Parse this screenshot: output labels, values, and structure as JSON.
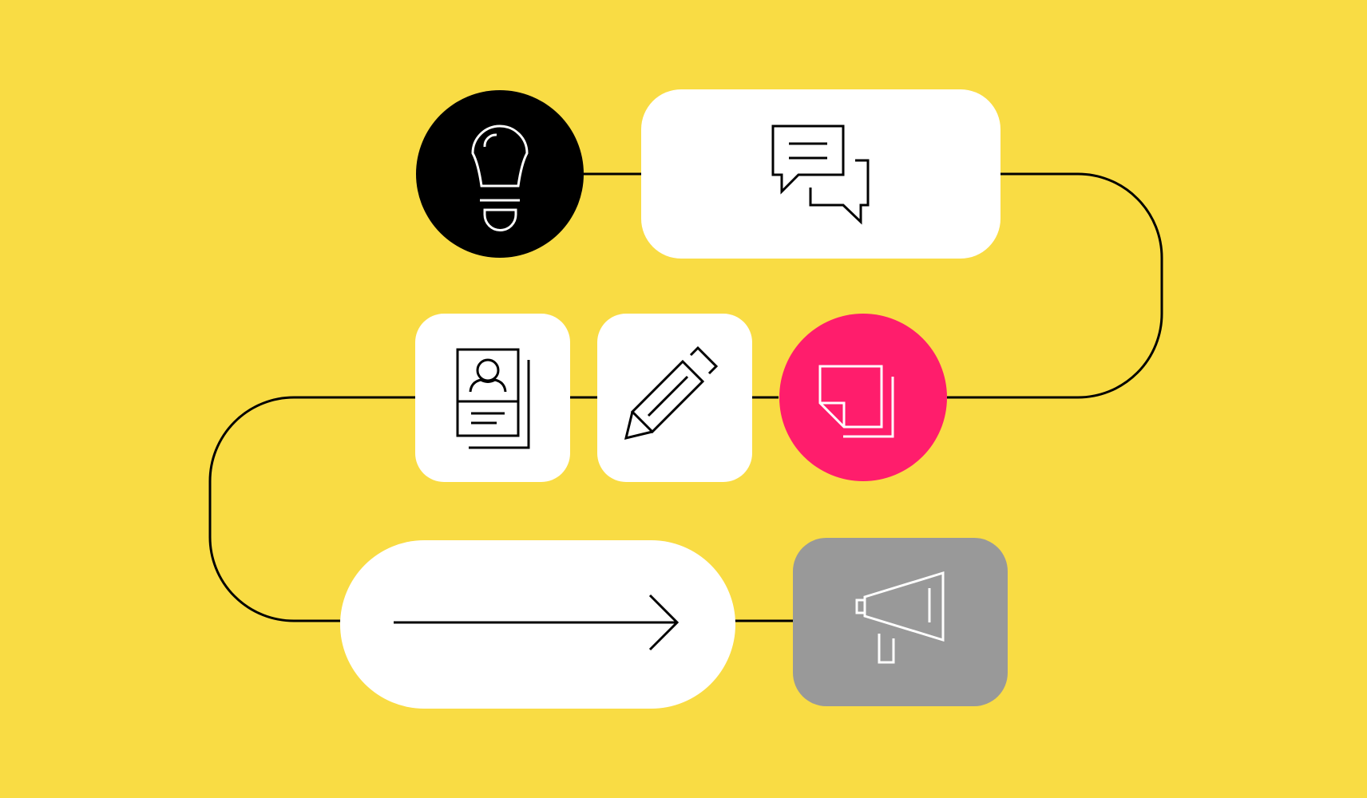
{
  "background_color": "#F9DC44",
  "connector_color": "#000000",
  "steps": [
    {
      "id": "idea",
      "icon": "lightbulb-icon",
      "shape": "circle",
      "fill": "#000000",
      "icon_color": "#FFFFFF"
    },
    {
      "id": "discuss",
      "icon": "chat-bubbles-icon",
      "shape": "rounded-rect",
      "fill": "#FFFFFF",
      "icon_color": "#000000"
    },
    {
      "id": "draft",
      "icon": "sticky-notes-icon",
      "shape": "circle",
      "fill": "#FF1D6C",
      "icon_color": "#FFFFFF"
    },
    {
      "id": "write",
      "icon": "pencil-icon",
      "shape": "rounded-square",
      "fill": "#FFFFFF",
      "icon_color": "#000000"
    },
    {
      "id": "profile",
      "icon": "profile-document-icon",
      "shape": "rounded-square",
      "fill": "#FFFFFF",
      "icon_color": "#000000"
    },
    {
      "id": "proceed",
      "icon": "arrow-right-icon",
      "shape": "pill",
      "fill": "#FFFFFF",
      "icon_color": "#000000"
    },
    {
      "id": "announce",
      "icon": "megaphone-icon",
      "shape": "rounded-rect",
      "fill": "#999999",
      "icon_color": "#FFFFFF"
    }
  ]
}
